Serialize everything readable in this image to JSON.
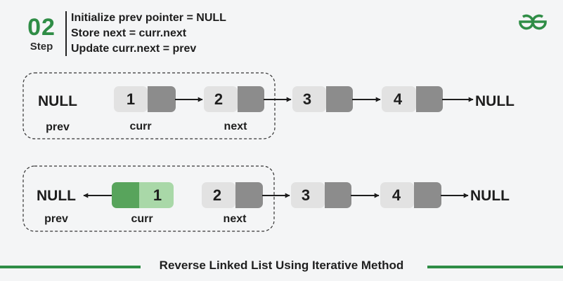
{
  "step": {
    "number": "02",
    "label": "Step"
  },
  "instructions": [
    "Initialize prev pointer = NULL",
    "Store next = curr.next",
    "Update curr.next = prev"
  ],
  "logo": {
    "icon": "geeksforgeeks-logo-icon",
    "color": "#2f8d46"
  },
  "colors": {
    "node_value_bg": "#e2e2e2",
    "node_next_bg": "#8c8c8c",
    "highlight_value_bg": "#a9d8a8",
    "highlight_next_bg": "#58a45c",
    "accent": "#2f8d46",
    "text": "#1e1e1e"
  },
  "row1": {
    "null_left": "NULL",
    "nodes": [
      "1",
      "2",
      "3",
      "4"
    ],
    "null_right": "NULL",
    "labels": {
      "prev": "prev",
      "curr": "curr",
      "next": "next"
    }
  },
  "row2": {
    "null_left": "NULL",
    "nodes": [
      "1",
      "2",
      "3",
      "4"
    ],
    "null_right": "NULL",
    "labels": {
      "prev": "prev",
      "curr": "curr",
      "next": "next"
    }
  },
  "footer": {
    "title": "Reverse Linked List Using Iterative Method"
  }
}
